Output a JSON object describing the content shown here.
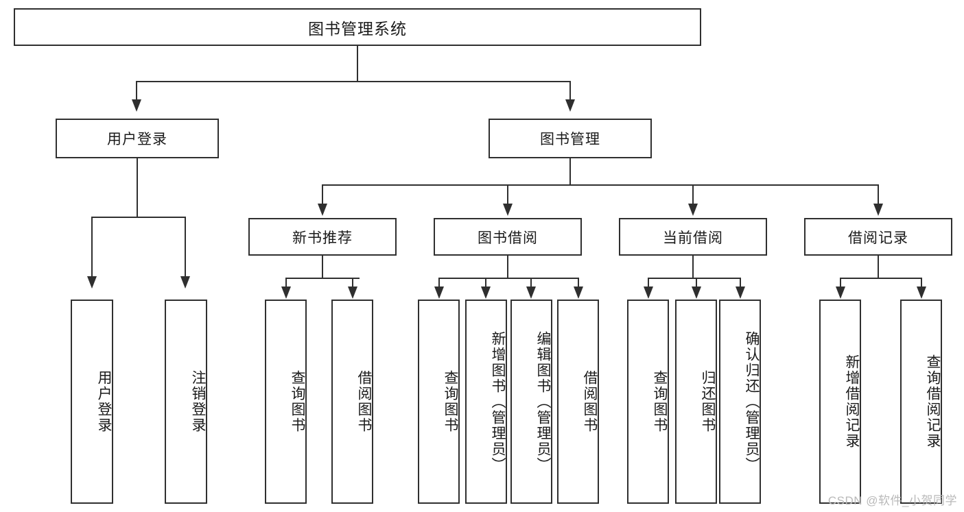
{
  "diagram": {
    "title": "图书管理系统",
    "type": "tree-hierarchy-diagram",
    "root": {
      "label": "图书管理系统"
    },
    "level2": [
      {
        "label": "用户登录"
      },
      {
        "label": "图书管理"
      }
    ],
    "level3": [
      {
        "label": "新书推荐"
      },
      {
        "label": "图书借阅"
      },
      {
        "label": "当前借阅"
      },
      {
        "label": "借阅记录"
      }
    ],
    "leaves": {
      "user_login": [
        {
          "label": "用户登录"
        },
        {
          "label": "注销登录"
        }
      ],
      "new_book_recommend": [
        {
          "label": "查询图书"
        },
        {
          "label": "借阅图书"
        }
      ],
      "book_borrow": [
        {
          "label": "查询图书"
        },
        {
          "label": "新增图书（管理员）"
        },
        {
          "label": "编辑图书（管理员）"
        },
        {
          "label": "借阅图书"
        }
      ],
      "current_borrow": [
        {
          "label": "查询图书"
        },
        {
          "label": "归还图书"
        },
        {
          "label": "确认归还（管理员）"
        }
      ],
      "borrow_record": [
        {
          "label": "新增借阅记录"
        },
        {
          "label": "查询借阅记录"
        }
      ]
    },
    "watermark": "CSDN @软件_小贺同学",
    "colors": {
      "stroke": "#2f2f2f",
      "text": "#1a1a1a",
      "background": "#ffffff",
      "watermark": "#b9b9b9"
    }
  }
}
